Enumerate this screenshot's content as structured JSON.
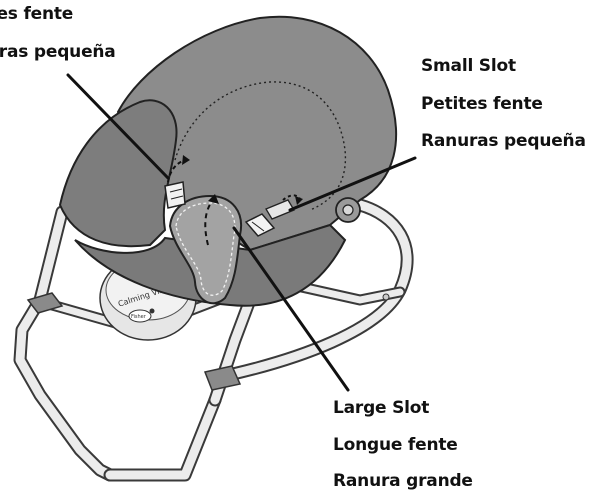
{
  "labels": {
    "top_left": [
      "tites fente",
      "nuras pequeña"
    ],
    "right": [
      "Small Slot",
      "Petites fente",
      "Ranuras pequeña"
    ],
    "bottom": [
      "Large Slot",
      "Longue fente",
      "Ranura grande"
    ]
  },
  "base_text": {
    "mode": "Calming Vibrations",
    "brand": "Fisher"
  },
  "colors": {
    "seat_fabric": "#8c8c8c",
    "seat_fabric_dark": "#6f6f6f",
    "frame_fill": "#ececec",
    "frame_stroke": "#3a3a3a",
    "pad": "#9a9a9a",
    "line": "#111111"
  }
}
